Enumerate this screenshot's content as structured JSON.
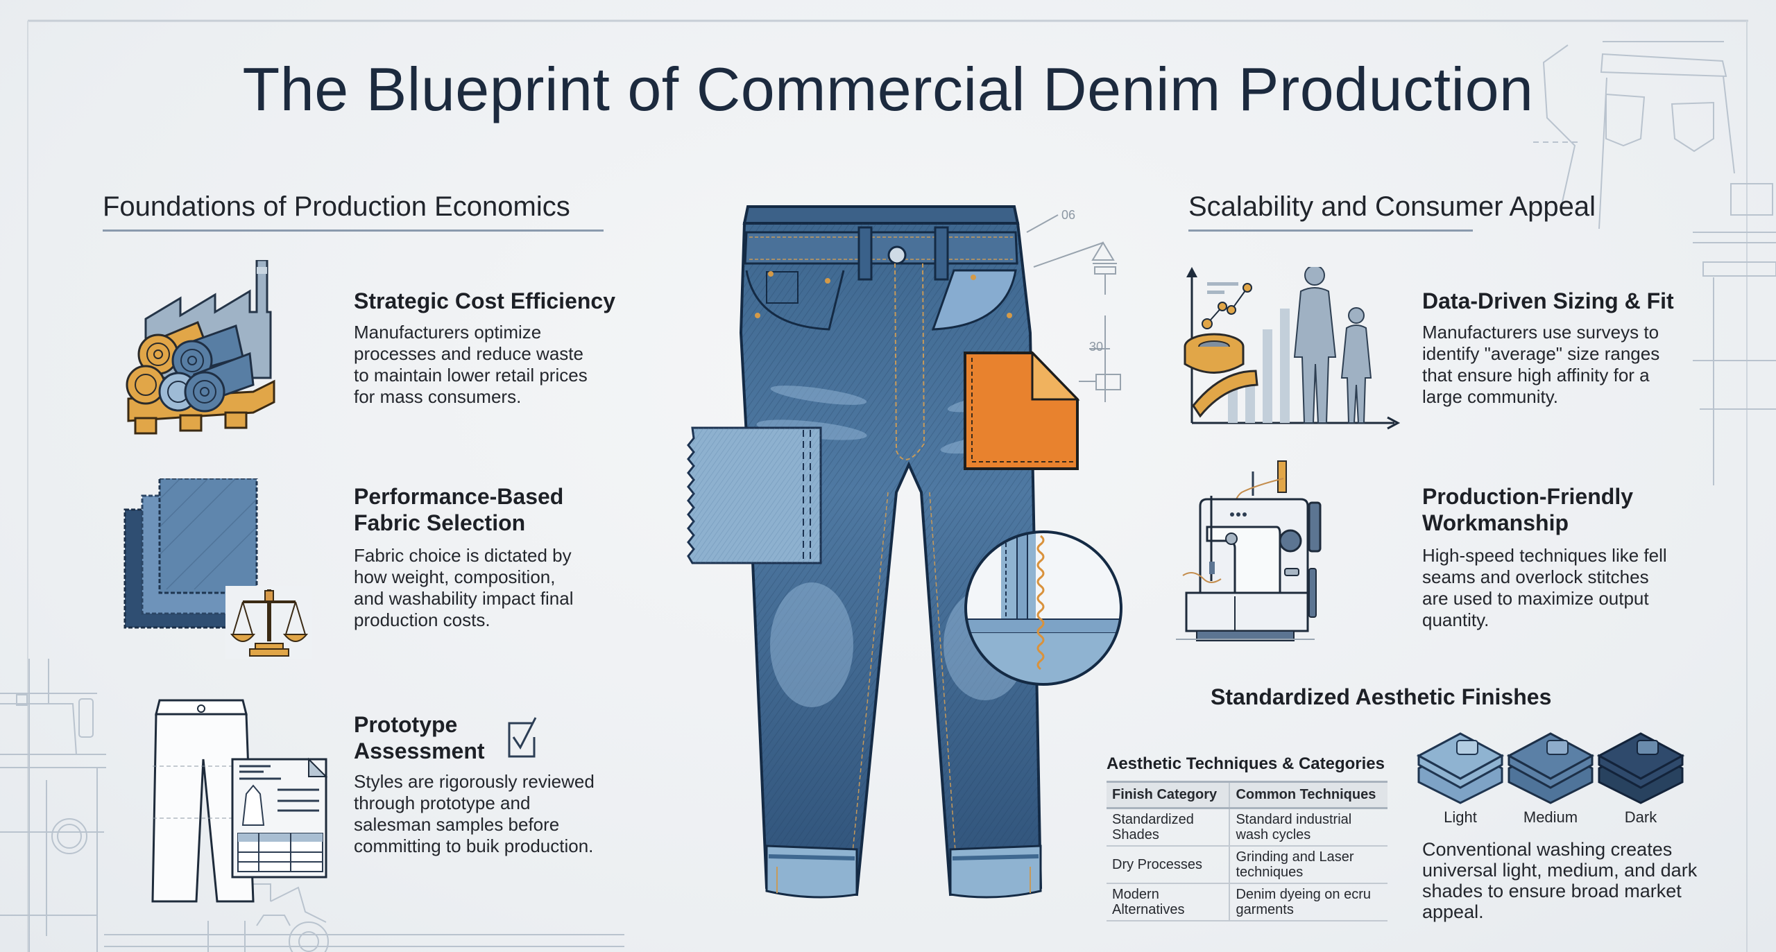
{
  "title": "The Blueprint of Commercial Denim Production",
  "colors": {
    "navy_text": "#1c2a3e",
    "denim_dark": "#2e4e72",
    "denim_mid": "#4d7399",
    "denim_light": "#8fb0cc",
    "accent_orange": "#e8822e",
    "accent_tan": "#e2a74f",
    "rule": "#8a9aad"
  },
  "left_section": {
    "heading": "Foundations of Production Economics",
    "items": [
      {
        "icon": "fabric-rolls-factory-icon",
        "heading": "Strategic Cost Efficiency",
        "body": [
          "Manufacturers optimize",
          "processes and reduce waste",
          "to maintain lower retail prices",
          "for mass consumers."
        ]
      },
      {
        "icon": "fabric-swatches-scale-icon",
        "heading": [
          "Performance-Based",
          "Fabric Selection"
        ],
        "body": [
          "Fabric choice is dictated by",
          "how weight, composition,",
          "and washability impact final",
          "production costs."
        ]
      },
      {
        "icon": "jeans-spec-sheet-icon",
        "heading": [
          "Prototype",
          "Assessment"
        ],
        "badge_icon": "checkbox-check-icon",
        "body": [
          "Styles are rigorously reviewed",
          "through prototype and",
          "salesman samples before",
          "committing to buik production."
        ]
      }
    ]
  },
  "center": {
    "illustration": "denim-jeans-icon",
    "annotations": [
      "06",
      "30"
    ],
    "callouts": [
      "fabric-swatch-icon",
      "orange-patch-icon",
      "seam-magnifier-icon"
    ]
  },
  "right_section": {
    "heading": "Scalability and Consumer Appeal",
    "items": [
      {
        "icon": "sizing-chart-figures-icon",
        "heading": "Data-Driven Sizing & Fit",
        "body": [
          "Manufacturers use surveys to",
          "identify \"average\" size ranges",
          "that ensure high affinity for a",
          "large community."
        ]
      },
      {
        "icon": "sewing-machine-icon",
        "heading": [
          "Production-Friendly",
          "Workmanship"
        ],
        "body": [
          "High-speed techniques like fell",
          "seams and overlock stitches",
          "are used to maximize output",
          "quantity."
        ]
      }
    ],
    "finishes": {
      "heading": "Standardized Aesthetic Finishes",
      "table": {
        "title": "Aesthetic Techniques & Categories",
        "columns": [
          "Finish Category",
          "Common Techniques"
        ],
        "rows": [
          [
            "Standardized Shades",
            "Standard industrial wash cycles"
          ],
          [
            "Dry Processes",
            "Grinding and Laser techniques"
          ],
          [
            "Modern Alternatives",
            "Denim dyeing on ecru garments"
          ]
        ]
      },
      "shades": [
        {
          "label": "Light",
          "color": "#8fb3d1"
        },
        {
          "label": "Medium",
          "color": "#5b80a6"
        },
        {
          "label": "Dark",
          "color": "#2f4a6c"
        }
      ],
      "description": [
        "Conventional washing creates",
        "universal light, medium, and dark",
        "shades to ensure broad market",
        "appeal."
      ]
    }
  }
}
